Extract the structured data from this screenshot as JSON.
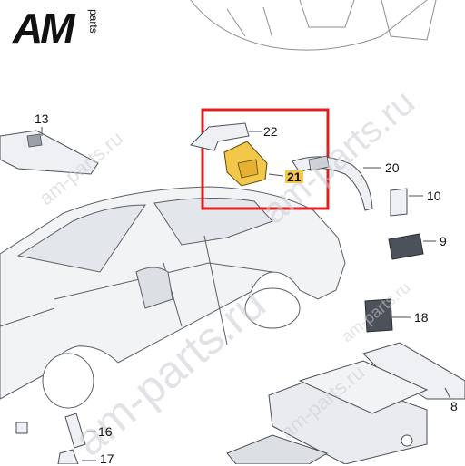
{
  "logo": {
    "main": "AM",
    "sub": "parts"
  },
  "watermarks": {
    "large": "am-parts.ru",
    "small_1": "am-parts.ru",
    "small_2": "am-parts.ru",
    "small_3": "am-parts.ru",
    "diag_1": "am-parts.ru"
  },
  "callouts": {
    "c22": "22",
    "c21": "21",
    "c20": "20",
    "c13": "13",
    "c10": "10",
    "c9": "9",
    "c18": "18",
    "c8": "8",
    "c16": "16",
    "c17": "17"
  },
  "colors": {
    "highlight_frame": "#e02020",
    "highlight_part": "#f2c74a",
    "line": "#4a4f57",
    "part_fill": "#eef0f3",
    "dark_part": "#4d525a"
  }
}
